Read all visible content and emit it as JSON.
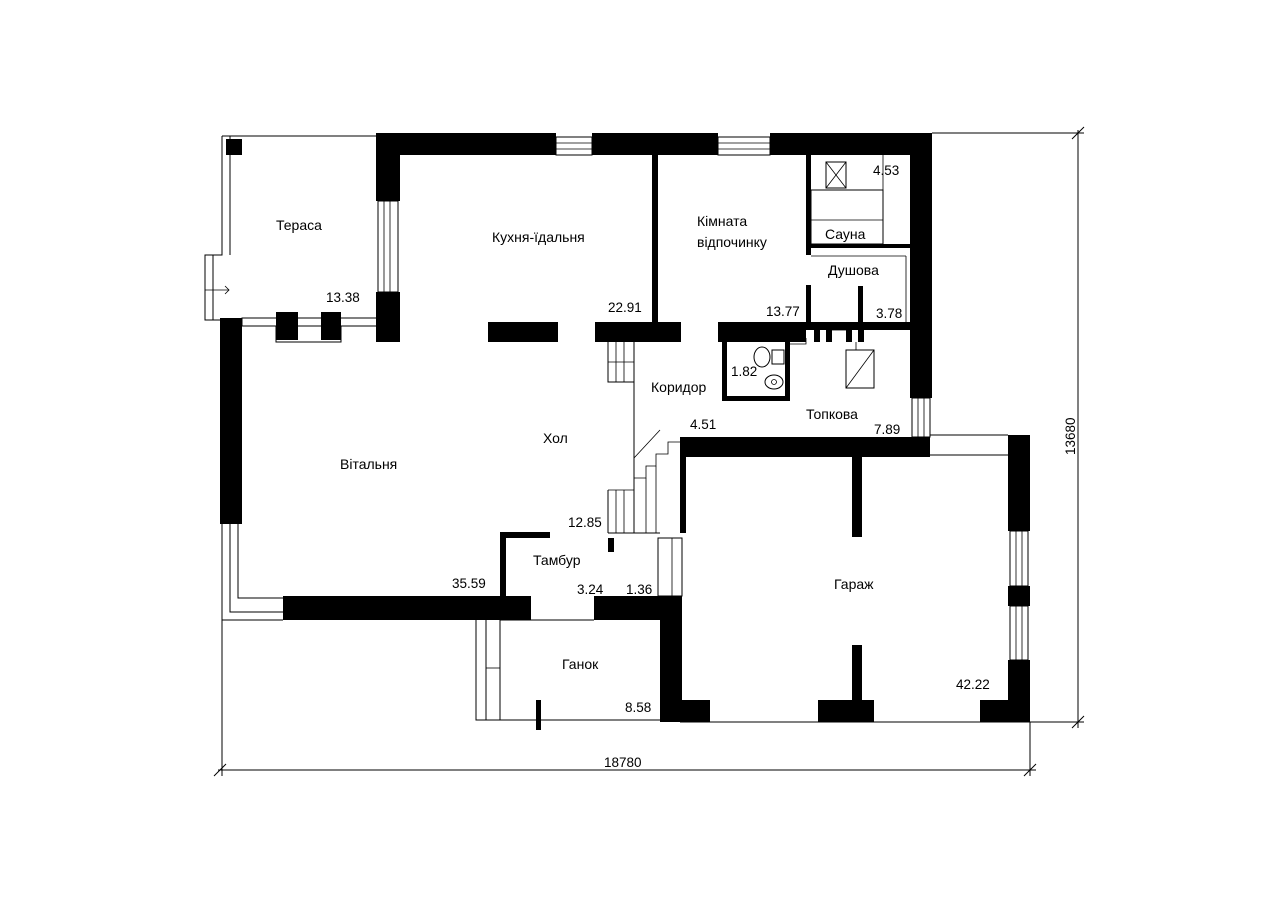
{
  "rooms": {
    "terrace": {
      "name": "Тераса",
      "area": "13.38"
    },
    "kitchen": {
      "name": "Кухня-їдальня",
      "area": "22.91"
    },
    "rest_room": {
      "name_line1": "Кімната",
      "name_line2": "відпочинку",
      "area": "13.77"
    },
    "sauna": {
      "name": "Сауна",
      "area": "4.53"
    },
    "shower": {
      "name": "Душова",
      "area": "3.78"
    },
    "wc": {
      "area": "1.82"
    },
    "corridor": {
      "name": "Коридор",
      "area": "4.51"
    },
    "boiler_room": {
      "name": "Топкова",
      "area": "7.89"
    },
    "hall": {
      "name": "Хол",
      "area": "12.85"
    },
    "living_room": {
      "name": "Вітальня",
      "area": "35.59"
    },
    "vestibule": {
      "name": "Тамбур",
      "area": "3.24"
    },
    "closet": {
      "area": "1.36"
    },
    "garage": {
      "name": "Гараж",
      "area": "42.22"
    },
    "porch": {
      "name": "Ганок",
      "area": "8.58"
    }
  },
  "dimensions": {
    "width": "18780",
    "height": "13680"
  }
}
